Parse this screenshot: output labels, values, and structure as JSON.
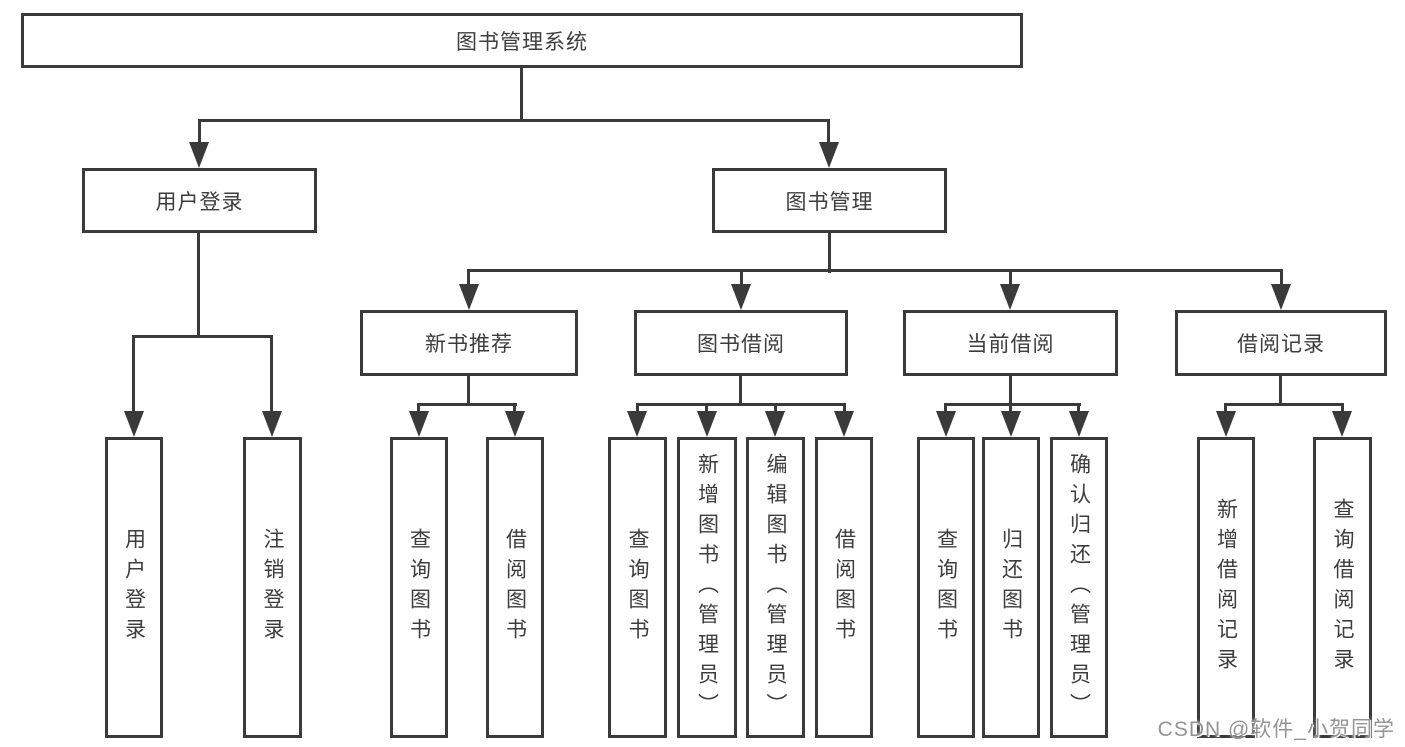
{
  "nodes": {
    "root": {
      "label": "图书管理系统"
    },
    "user_login": {
      "label": "用户登录"
    },
    "book_management": {
      "label": "图书管理"
    },
    "new_book_recommend": {
      "label": "新书推荐"
    },
    "book_borrow": {
      "label": "图书借阅"
    },
    "current_borrow": {
      "label": "当前借阅"
    },
    "borrow_records": {
      "label": "借阅记录"
    },
    "login_user": {
      "label": "用户登录"
    },
    "logout": {
      "label": "注销登录"
    },
    "nb_query_book": {
      "label": "查询图书"
    },
    "nb_borrow_book": {
      "label": "借阅图书"
    },
    "bb_query_book": {
      "label": "查询图书"
    },
    "bb_add_book": {
      "label": "新增图书（管理员）"
    },
    "bb_edit_book": {
      "label": "编辑图书（管理员）"
    },
    "bb_borrow_book": {
      "label": "借阅图书"
    },
    "cb_query_book": {
      "label": "查询图书"
    },
    "cb_return_book": {
      "label": "归还图书"
    },
    "cb_confirm_return": {
      "label": "确认归还（管理员）"
    },
    "br_add_record": {
      "label": "新增借阅记录"
    },
    "br_query_record": {
      "label": "查询借阅记录"
    }
  },
  "edges": [
    {
      "from": "root",
      "to": [
        "user_login",
        "book_management"
      ]
    },
    {
      "from": "user_login",
      "to": [
        "login_user",
        "logout"
      ]
    },
    {
      "from": "book_management",
      "to": [
        "new_book_recommend",
        "book_borrow",
        "current_borrow",
        "borrow_records"
      ]
    },
    {
      "from": "new_book_recommend",
      "to": [
        "nb_query_book",
        "nb_borrow_book"
      ]
    },
    {
      "from": "book_borrow",
      "to": [
        "bb_query_book",
        "bb_add_book",
        "bb_edit_book",
        "bb_borrow_book"
      ]
    },
    {
      "from": "current_borrow",
      "to": [
        "cb_query_book",
        "cb_return_book",
        "cb_confirm_return"
      ]
    },
    {
      "from": "borrow_records",
      "to": [
        "br_add_record",
        "br_query_record"
      ]
    }
  ],
  "watermark": "CSDN @软件_小贺同学",
  "colors": {
    "line": "#3a3a3a",
    "text": "#3d3d3d",
    "box_fill": "#ffffff",
    "watermark": "#949494",
    "background": "#ffffff"
  }
}
